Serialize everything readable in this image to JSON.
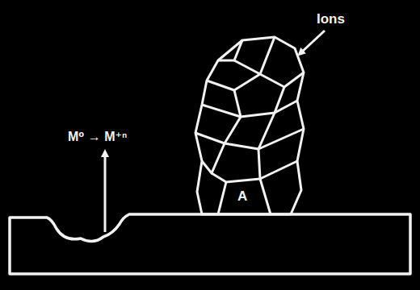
{
  "diagram": {
    "labels": [
      "Ions",
      "M⁰ → M⁺ⁿ",
      "A"
    ]
  }
}
